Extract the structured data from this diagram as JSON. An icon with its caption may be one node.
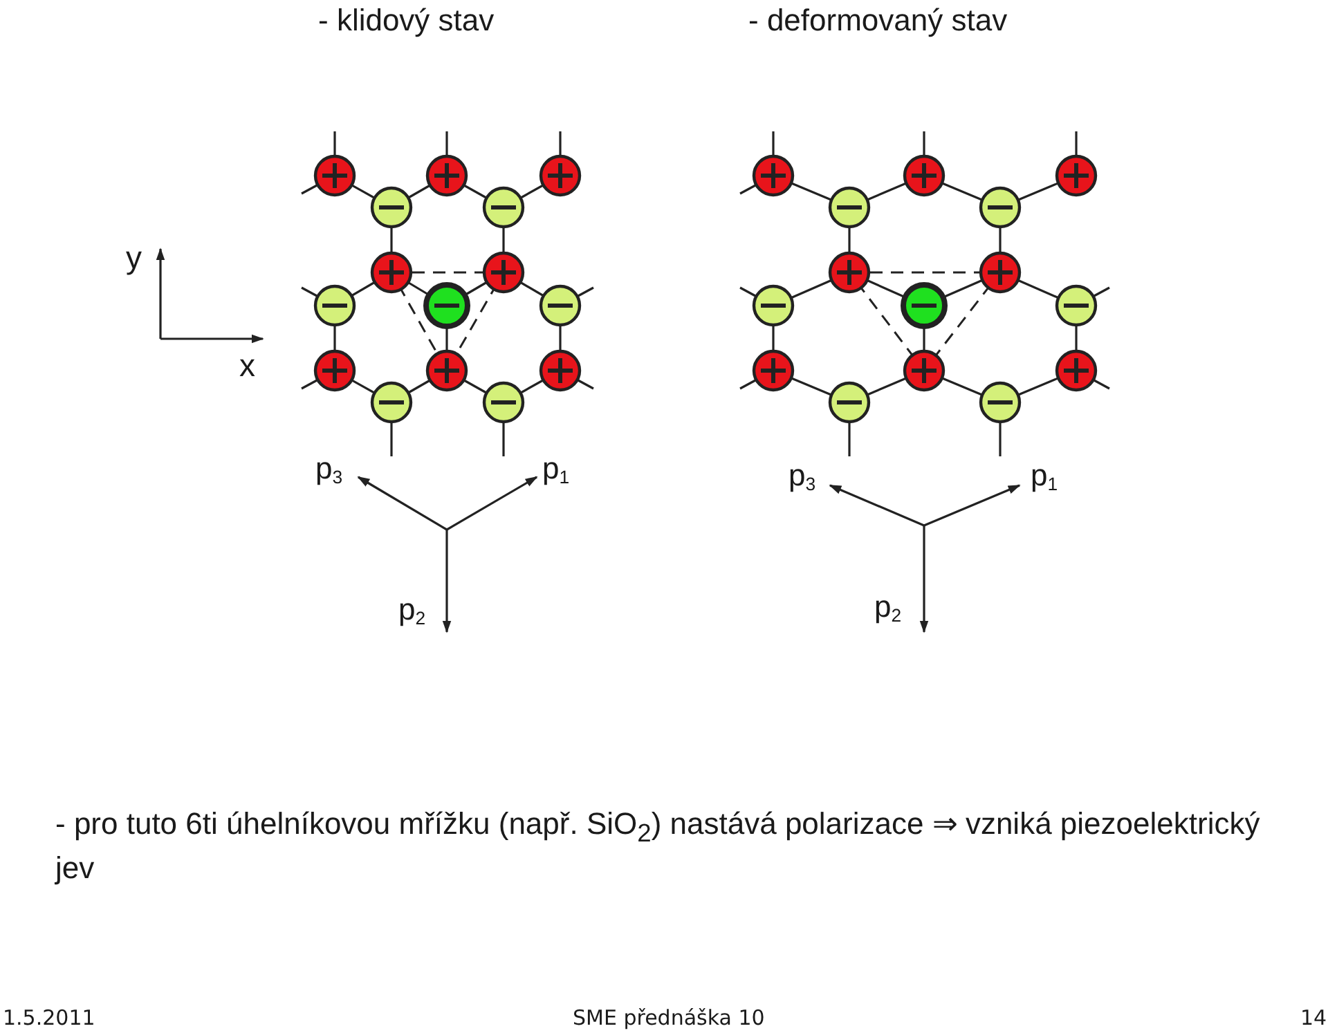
{
  "diagram": {
    "caption": "- pro tuto 6ti úhelníkovou mřížku (např. SiO$_{2}$) nastává polarizace ⇒ vzniká piezoelektrický jev",
    "labels": [
      "- klidový stav",
      "- deformovaný stav",
      "y",
      "x",
      "p$_{3}$",
      "p$_{1}$",
      "p$_{3}$",
      "p$_{1}$",
      "p$_{2}$",
      "p$_{2}$",
      "1.5.2011",
      "SME přednáška 10",
      "14"
    ]
  }
}
